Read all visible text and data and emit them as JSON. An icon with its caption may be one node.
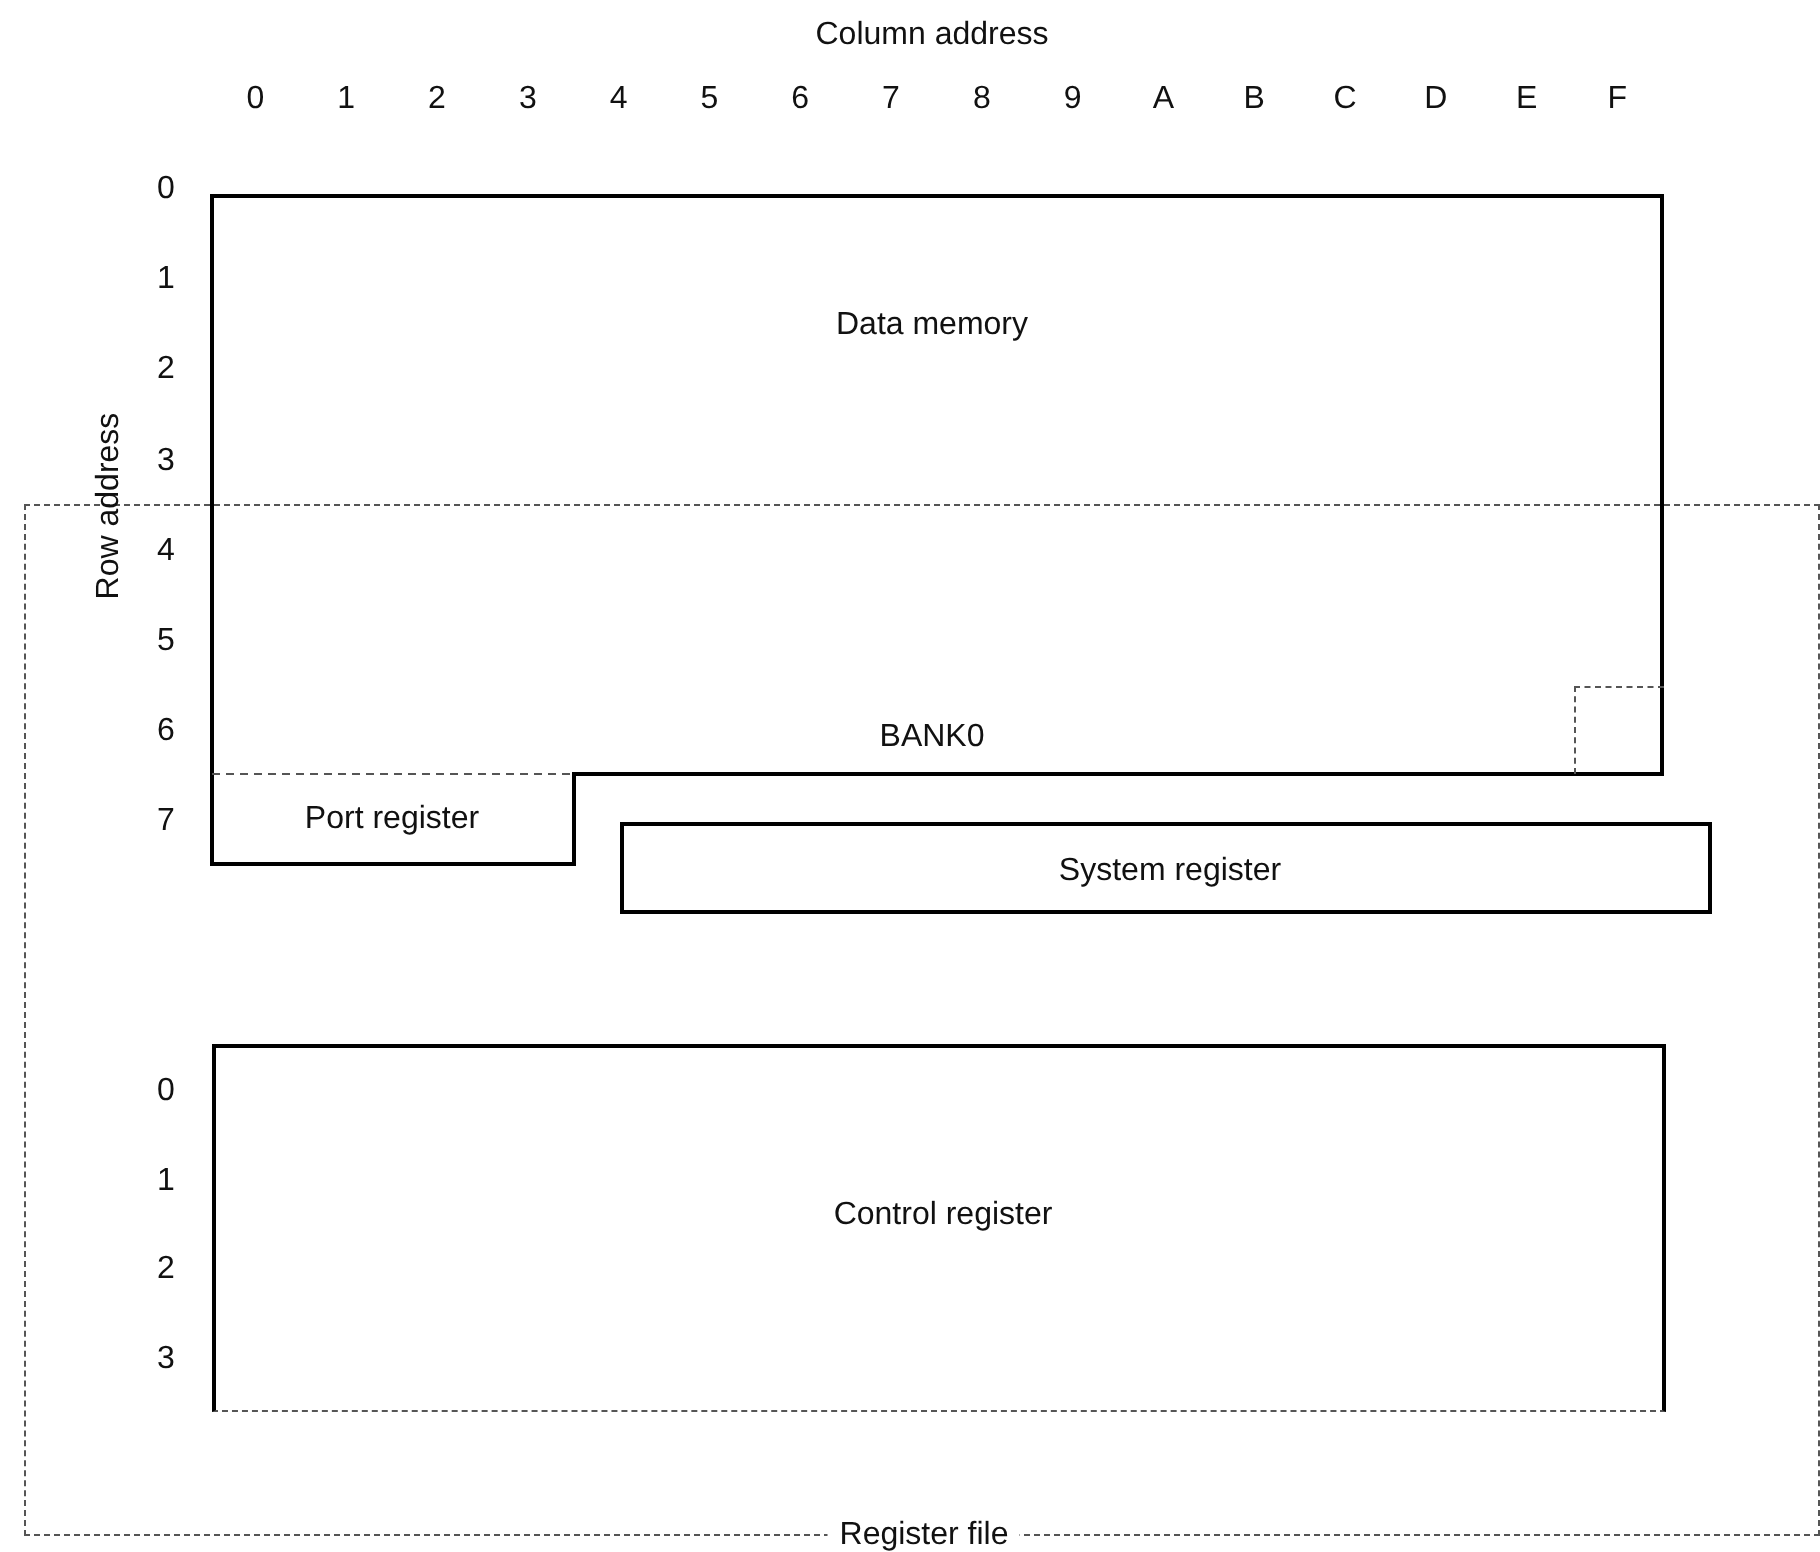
{
  "diagram": {
    "nodes": [
      {
        "text": [
          "Register file"
        ]
      },
      {
        "text": [
          "Data memory",
          "BANK0"
        ]
      },
      {
        "text": [
          "Port register"
        ]
      },
      {
        "text": [
          "System register"
        ],
        "in": 0
      },
      {
        "text": [
          "Control register"
        ],
        "in": 0
      },
      {
        "text": [],
        "shape": "box"
      }
    ],
    "edges": [],
    "labels": [
      "Column address",
      "0",
      "1",
      "2",
      "3",
      "4",
      "5",
      "6",
      "7",
      "8",
      "9",
      "A",
      "B",
      "C",
      "D",
      "E",
      "F",
      "Row address",
      "0",
      "1",
      "2",
      "3",
      "4",
      "5",
      "6",
      "7",
      "0",
      "1",
      "2",
      "3"
    ]
  }
}
